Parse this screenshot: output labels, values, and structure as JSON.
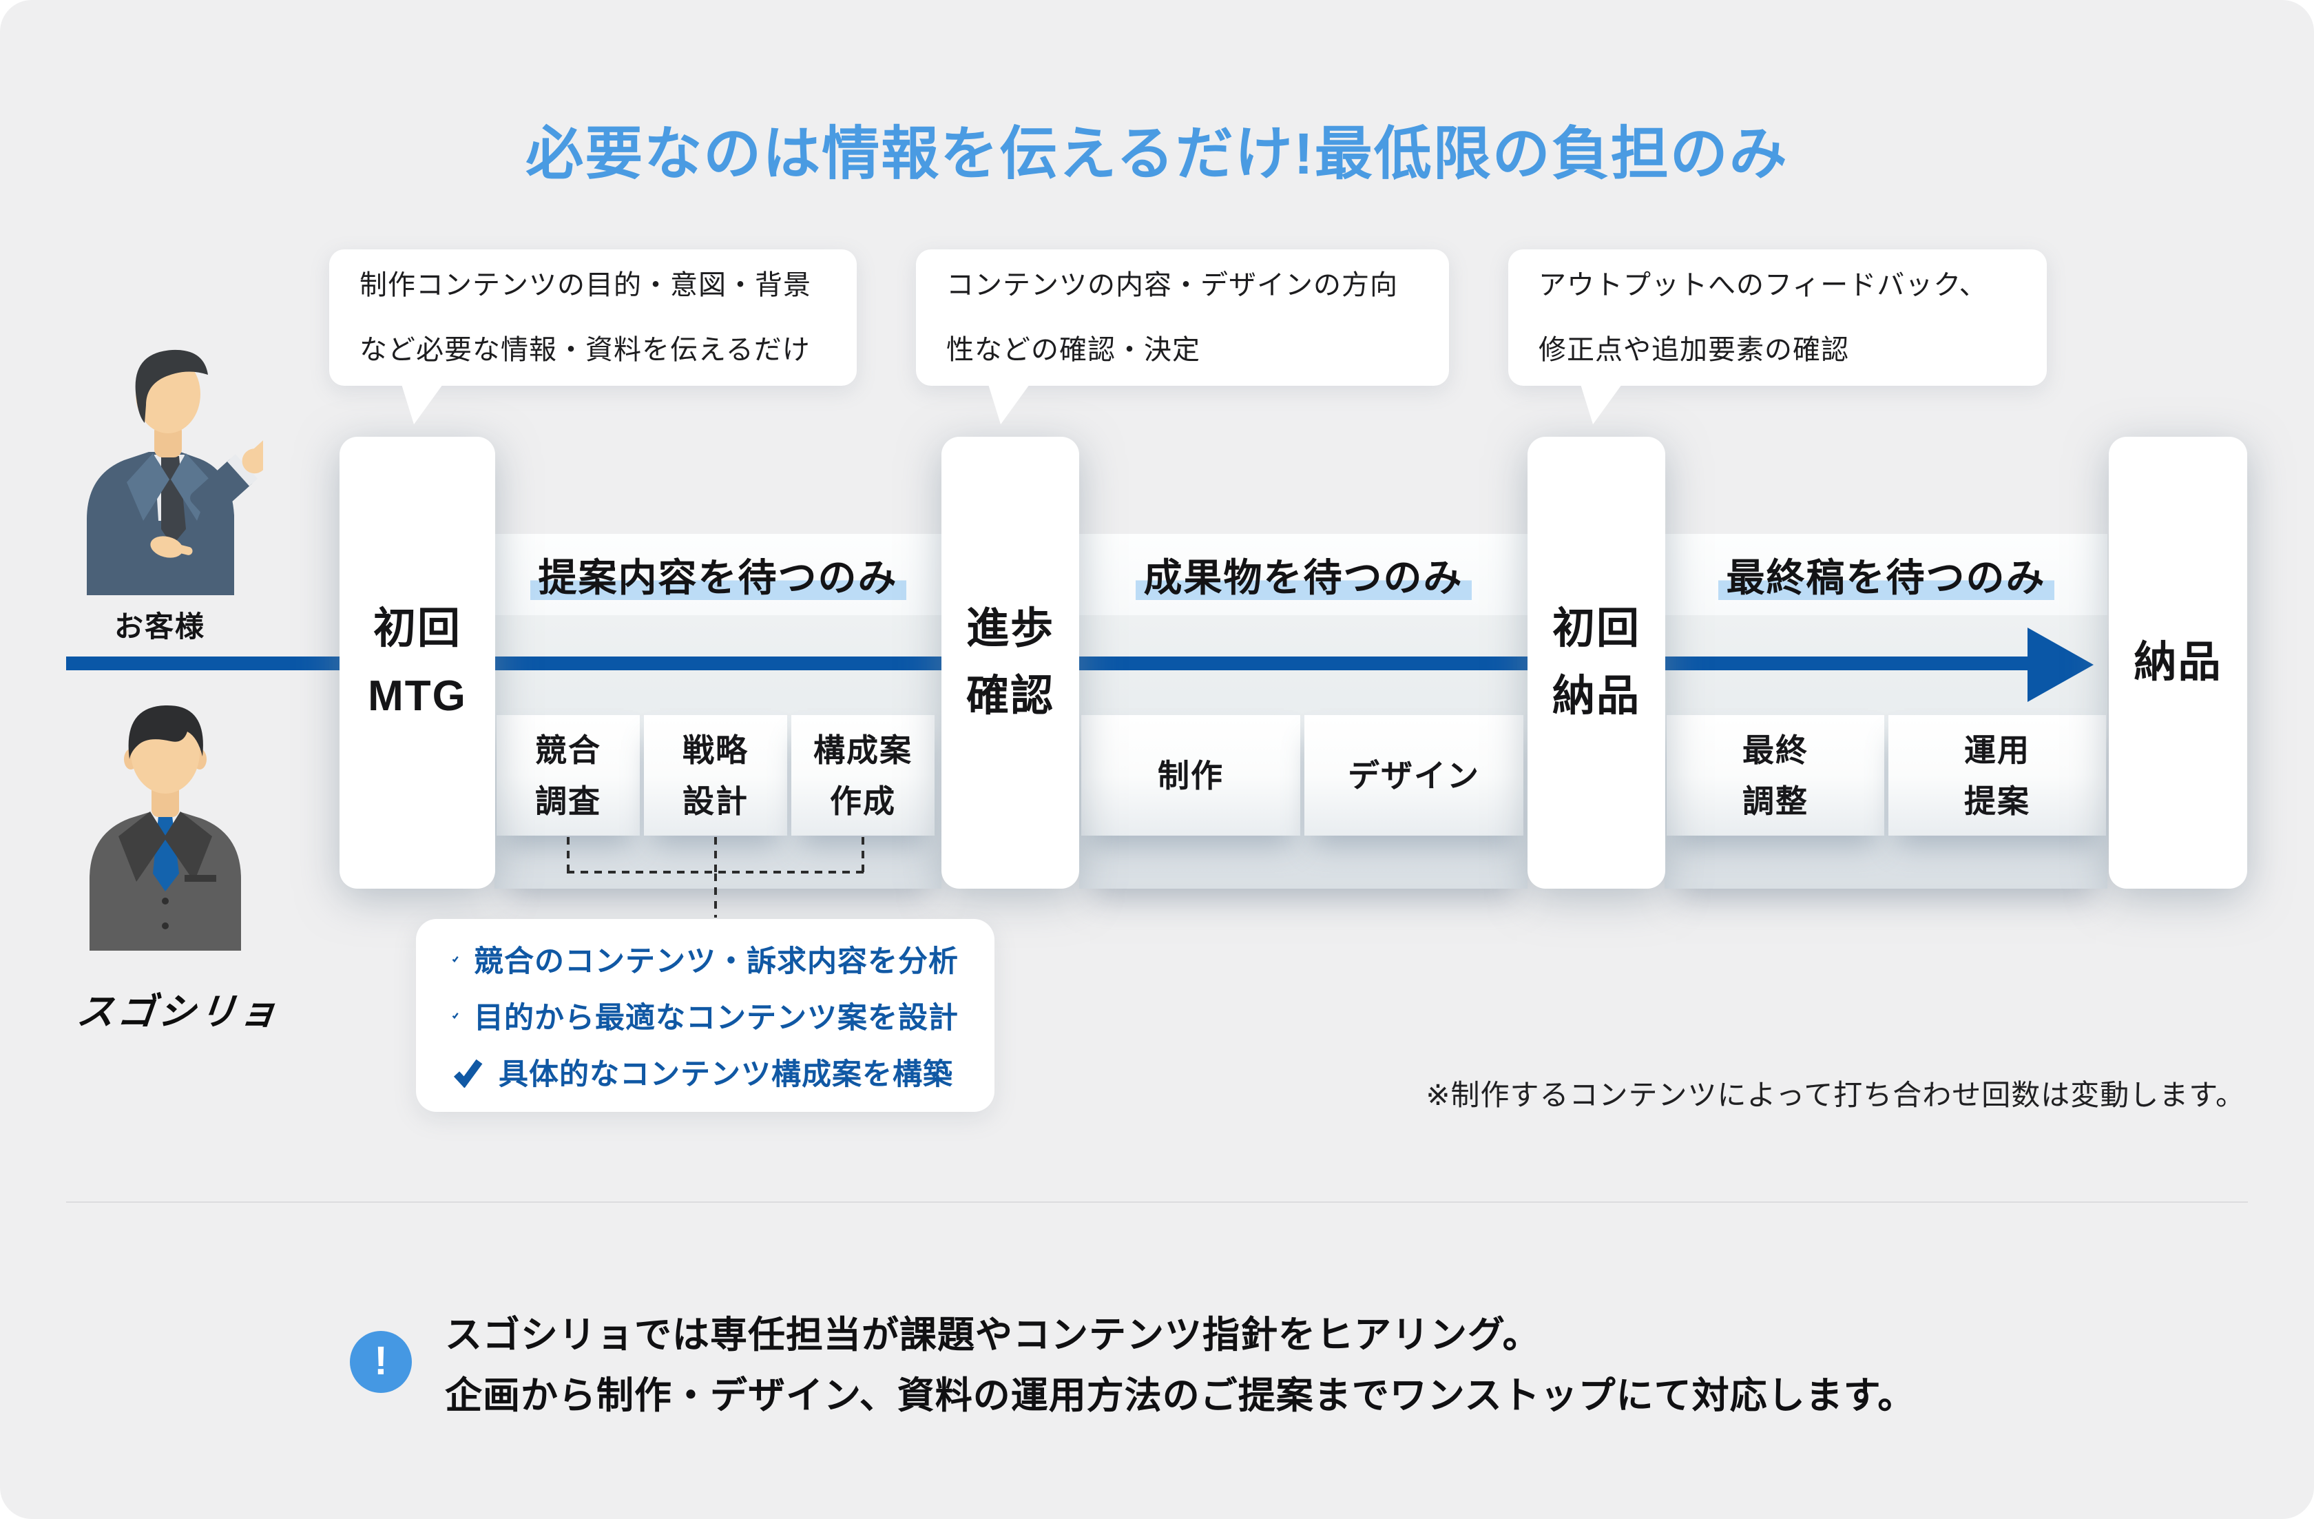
{
  "title": "必要なのは情報を伝えるだけ!最低限の負担のみ",
  "bubbles": [
    {
      "lines": [
        "制作コンテンツの目的・意図・背景",
        "など必要な情報・資料を伝えるだけ"
      ]
    },
    {
      "lines": [
        "コンテンツの内容・デザインの方向",
        "性などの確認・決定"
      ]
    },
    {
      "lines": [
        "アウトプットへのフィードバック、",
        "修正点や追加要素の確認"
      ]
    }
  ],
  "actors": {
    "customer": {
      "label": "お客様"
    },
    "provider": {
      "label": "スゴシリョ"
    }
  },
  "timeline": {
    "milestones": [
      {
        "lines": [
          "初回",
          "MTG"
        ]
      },
      {
        "lines": [
          "進歩",
          "確認"
        ]
      },
      {
        "lines": [
          "初回",
          "納品"
        ]
      },
      {
        "lines": [
          "納品"
        ]
      }
    ],
    "segments": [
      {
        "wait_label": "提案内容を待つのみ",
        "tasks": [
          {
            "lines": [
              "競合",
              "調査"
            ]
          },
          {
            "lines": [
              "戦略",
              "設計"
            ]
          },
          {
            "lines": [
              "構成案",
              "作成"
            ]
          }
        ]
      },
      {
        "wait_label": "成果物を待つのみ",
        "tasks": [
          {
            "lines": [
              "制作"
            ]
          },
          {
            "lines": [
              "デザイン"
            ]
          }
        ]
      },
      {
        "wait_label": "最終稿を待つのみ",
        "tasks": [
          {
            "lines": [
              "最終",
              "調整"
            ]
          },
          {
            "lines": [
              "運用",
              "提案"
            ]
          }
        ]
      }
    ]
  },
  "checklist": {
    "items": [
      "競合のコンテンツ・訴求内容を分析",
      "目的から最適なコンテンツ案を設計",
      "具体的なコンテンツ構成案を構築"
    ]
  },
  "note": "※制作するコンテンツによって打ち合わせ回数は変動します。",
  "footer": {
    "icon_glyph": "!",
    "lines": [
      "スゴシリョでは専任担当が課題やコンテンツ指針をヒアリング。",
      "企画から制作・デザイン、資料の運用方法のご提案までワンストップにて対応します。"
    ]
  },
  "colors": {
    "accent_blue": "#4a9be2",
    "timeline_blue": "#0a57a7",
    "highlight_blue": "#bcdcf6",
    "check_blue": "#1058a4",
    "info_icon_blue": "#4598e3"
  }
}
